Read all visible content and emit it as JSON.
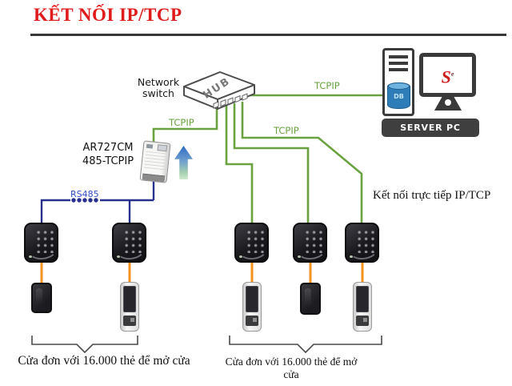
{
  "title": "KẾT NỐI IP/TCP",
  "hub": {
    "label": "HUB",
    "caption_line1": "Network",
    "caption_line2": "switch"
  },
  "labels": {
    "tcpip_server": "TCPIP",
    "tcpip_converter": "TCPIP",
    "tcpip_direct": "TCPIP",
    "rs485": "RS485",
    "direct_connection": "Kết nối trực tiếp IP/TCP",
    "caption_left": "Cửa đơn với 16.000 thẻ để mở cửa",
    "caption_middle": "Cửa đơn với 16.000 thẻ để mở cửa"
  },
  "converter": {
    "model_line1": "AR727CM",
    "model_line2": "485-TCPIP"
  },
  "server": {
    "badge": "SERVER PC",
    "db_label": "DB",
    "logo": "S",
    "logo_sup": "e"
  },
  "colors": {
    "title_red": "#e01b1b",
    "tcpip_line_green": "#69a23e",
    "rs485_line_blue": "#28308e",
    "rs485_text_blue": "#3350c8",
    "reader_wire_orange": "#f6921e"
  }
}
